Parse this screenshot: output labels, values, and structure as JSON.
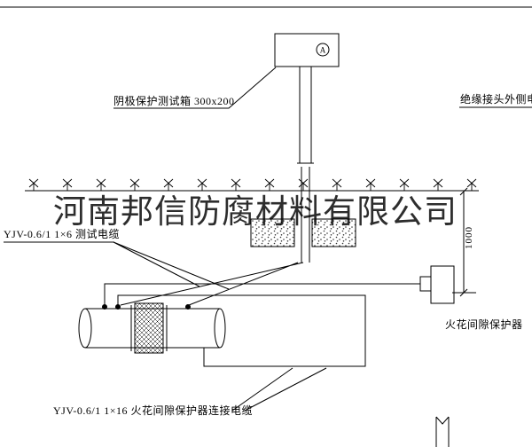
{
  "drawing": {
    "watermark": "河南邦信防腐材料有限公司",
    "labels": {
      "test_box": "阴极保护测试箱 300x200",
      "outside_cable": "绝缘接头外侧电缆",
      "test_cable": "YJV-0.6/1 1×6  测试电缆",
      "spark_cable": "YJV-0.6/1 1×16  火花间隙保护器连接电缆",
      "spark_protector": "火花间隙保护器",
      "dimension_1000": "1000",
      "ammeter": "A"
    },
    "colors": {
      "line": "#000000",
      "background": "#ffffff"
    }
  }
}
